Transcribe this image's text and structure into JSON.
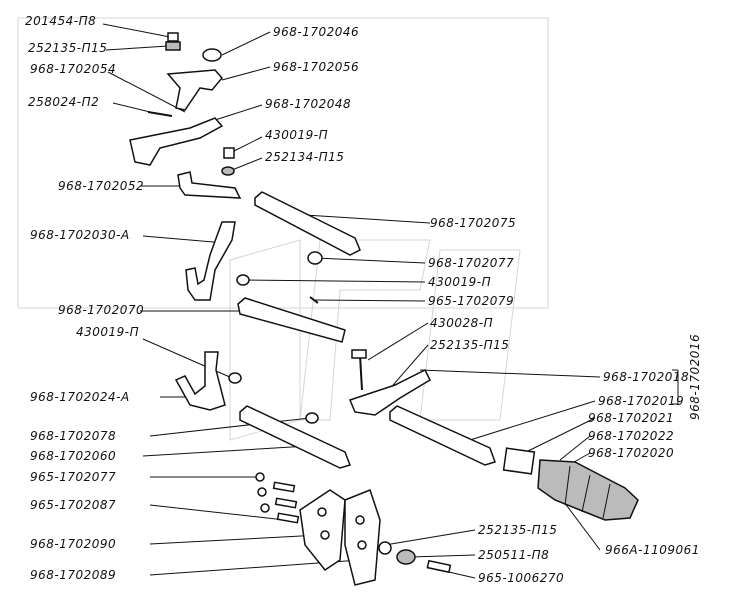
{
  "labels": {
    "l01": "201454-П8",
    "l02": "252135-П15",
    "l03": "968-1702054",
    "l04": "258024-П2",
    "l05": "968-1702046",
    "l06": "968-1702056",
    "l07": "968-1702048",
    "l08": "430019-П",
    "l09": "252134-П15",
    "l10": "968-1702052",
    "l11": "968-1702075",
    "l12": "968-1702030-А",
    "l13": "968-1702077",
    "l14": "430019-П",
    "l15": "968-1702070",
    "l16": "965-1702079",
    "l17": "430019-П",
    "l18": "430028-П",
    "l19": "252135-П15",
    "l20": "968-1702024-А",
    "l21": "968-1702018",
    "l22": "968-1702019",
    "l23": "968-1702021",
    "l24": "968-1702078",
    "l25": "968-1702022",
    "l26": "968-1702060",
    "l27": "968-1702020",
    "l28": "965-1702077",
    "l29": "965-1702087",
    "l30": "968-1702090",
    "l31": "252135-П15",
    "l32": "250511-П8",
    "l33": "966А-1109061",
    "l34": "968-1702089",
    "l35": "965-1006270",
    "group": "968-1702016"
  }
}
